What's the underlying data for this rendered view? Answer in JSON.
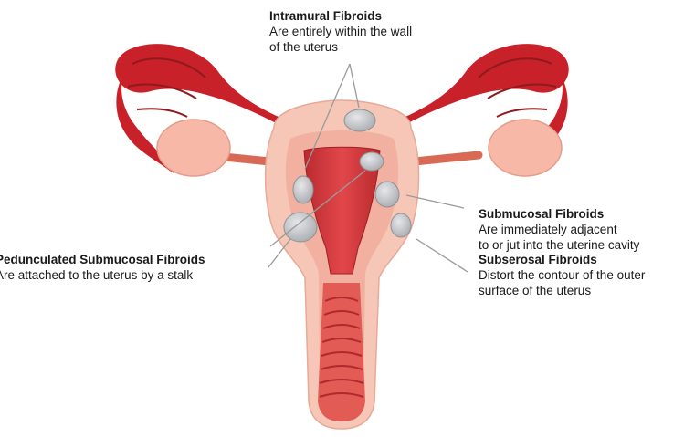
{
  "labels": {
    "intramural": {
      "title": "Intramural Fibroids",
      "desc_lines": [
        "Are entirely within the wall",
        "of the uterus"
      ]
    },
    "submucosal": {
      "title": "Submucosal Fibroids",
      "desc_lines": [
        "Are immediately adjacent",
        "to or jut into the uterine cavity"
      ]
    },
    "subserosal": {
      "title": "Subserosal Fibroids",
      "desc_lines": [
        "Distort the contour of the outer",
        "surface of the uterus"
      ]
    },
    "pedunculated": {
      "title": "Pedunculated Submucosal Fibroids",
      "desc_lines": [
        "Are attached to the uterus by a stalk"
      ]
    }
  },
  "colors": {
    "uterus_outer": "#f6c7b6",
    "uterus_wall": "#f2b1a0",
    "tube_red": "#c8212a",
    "tube_dark": "#8e1a1d",
    "cavity_red": "#d4373b",
    "ovary": "#f7b8a8",
    "fibroid": "#c4c6c9",
    "leader_line": "#9a9a9a"
  }
}
